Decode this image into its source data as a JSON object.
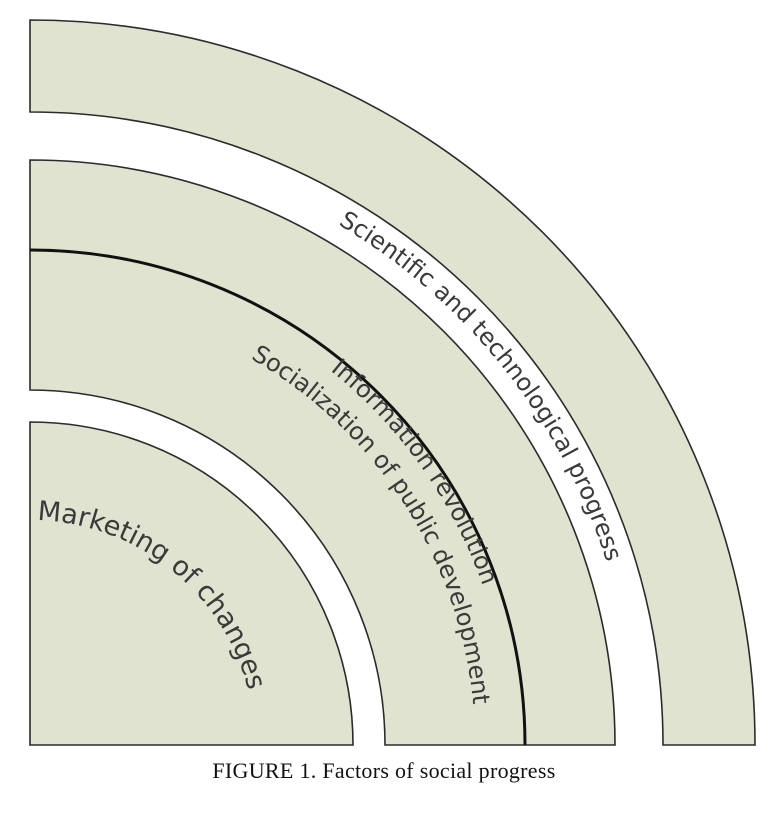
{
  "diagram": {
    "layers": [
      {
        "id": "marketing",
        "label": "Marketing of changes"
      },
      {
        "id": "socialization",
        "label": "Socialization of public development"
      },
      {
        "id": "information",
        "label": "Information revolution"
      },
      {
        "id": "scientific",
        "label": "Scientific and technological progress"
      }
    ],
    "colors": {
      "fill": "#dfe3cf",
      "outline": "#2b2b2b",
      "divider": "#111111"
    }
  },
  "caption": "FIGURE 1. Factors of social progress"
}
